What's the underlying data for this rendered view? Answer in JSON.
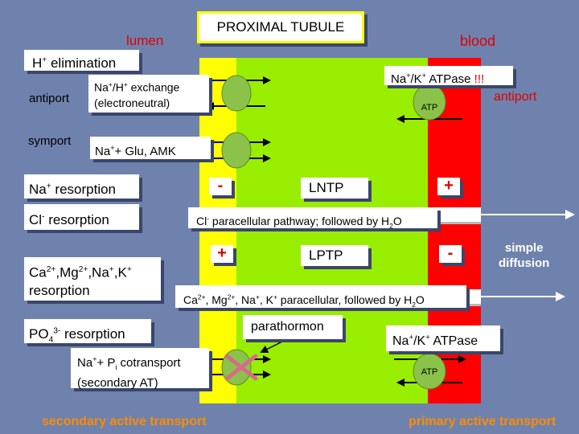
{
  "title": "PROXIMAL TUBULE",
  "lumen": "lumen",
  "blood": "blood",
  "h_elim": "H+ elimination",
  "antiport_left": "antiport",
  "symport": "symport",
  "nah_exchange_1": "Na+/H+ exchange",
  "nah_exchange_2": "(electroneutral)",
  "na_glu": "Na++ Glu, AMK",
  "nak_atpase_top": "Na+/K+ ATPase !!!",
  "antiport_right": "antiport",
  "atp": "ATP",
  "na_resorption": "Na+ resorption",
  "cl_resorption": "Cl- resorption",
  "minus": "-",
  "plus": "+",
  "lntp": "LNTP",
  "lptp": "LPTP",
  "cl_para": "Cl- paracellular pathway; followed by H2O",
  "divalent_resorption_1": "Ca2+,Mg2+,Na+,K+",
  "divalent_resorption_2": "resorption",
  "simple_diffusion_1": "simple",
  "simple_diffusion_2": "diffusion",
  "ca_para": "Ca2+, Mg2+, Na+, K+ paracellular, followed by H2O",
  "po4_resorption": "PO43- resorption",
  "parathormon": "parathormon",
  "nak_atpase_bottom": "Na+/K+ ATPase",
  "na_pi_1": "Na++ Pi cotransport",
  "na_pi_2": "(secondary AT)",
  "secondary_at": "secondary active transport",
  "primary_at": "primary active transport",
  "colors": {
    "background": "#6f82ad",
    "lumen_zone": "#ffff00",
    "cell_zone": "#99ee00",
    "blood_zone": "#ff0000",
    "carrier": "#8bc34a",
    "cross": "#d76b8a",
    "footer_text": "#ff8a00",
    "red_text": "#e00000"
  }
}
